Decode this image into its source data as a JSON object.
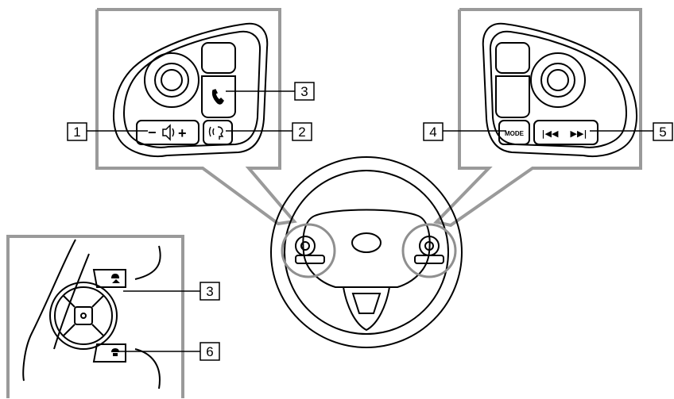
{
  "callouts": {
    "c1": "1",
    "c2": "2",
    "c3_top": "3",
    "c4": "4",
    "c5": "5",
    "c3_bottom": "3",
    "c6": "6"
  },
  "buttons": {
    "volume_minus": "−",
    "volume_plus": "+",
    "mode": "MODE",
    "seek_prev": "|◀◀",
    "seek_next": "▶▶|"
  },
  "colors": {
    "line": "#000000",
    "frame": "#9a9a9a",
    "zoom_circle": "#8f8f8f"
  },
  "icons": [
    "speaker-icon",
    "voice-command-icon",
    "phone-icon",
    "phone-on-hook-icon",
    "phone-off-hook-icon"
  ]
}
